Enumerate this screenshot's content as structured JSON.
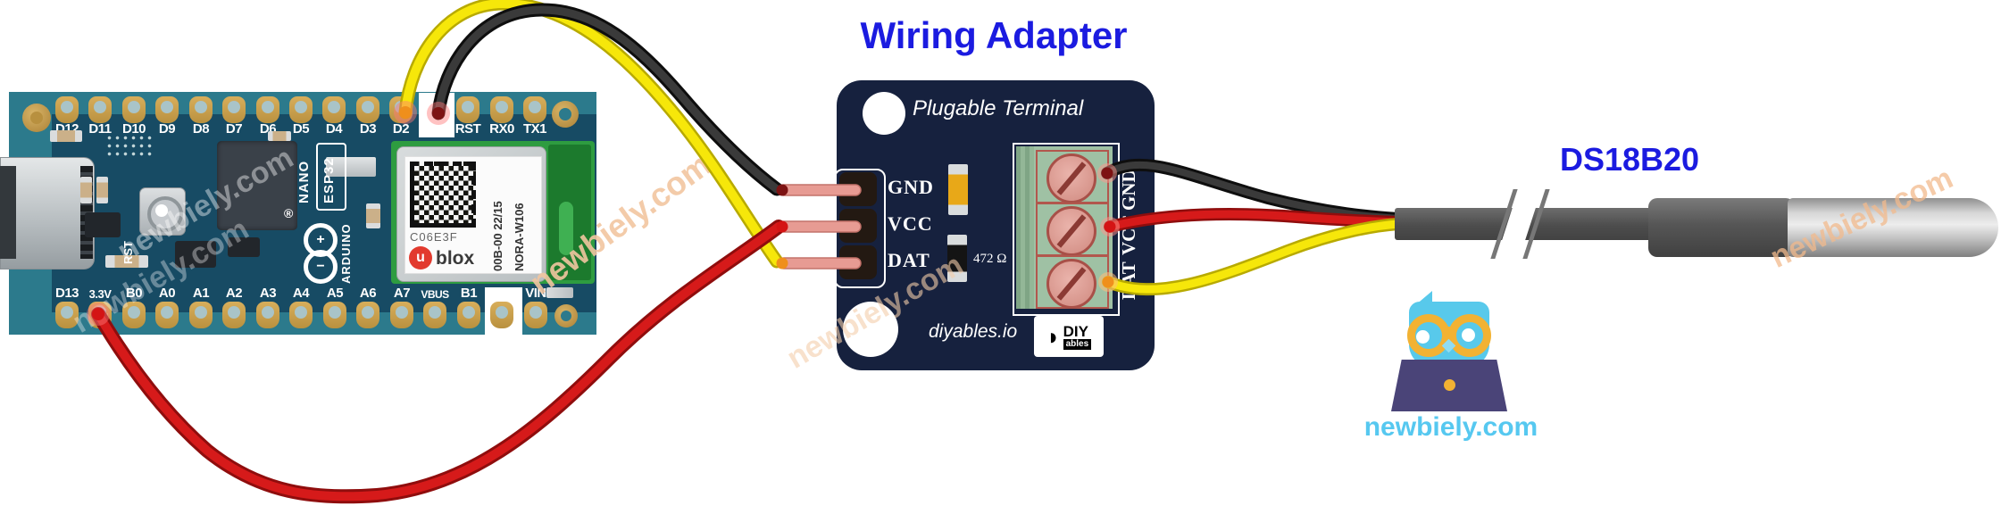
{
  "titles": {
    "adapter": "Wiring Adapter",
    "sensor": "DS18B20"
  },
  "arduino": {
    "top_pins": [
      "D12",
      "D11",
      "D10",
      "D9",
      "D8",
      "D7",
      "D6",
      "D5",
      "D4",
      "D3",
      "D2",
      "",
      "RST",
      "RX0",
      "TX1"
    ],
    "bottom_pins": [
      "D13",
      "3.3V",
      "B0",
      "A0",
      "A1",
      "A2",
      "A3",
      "A4",
      "A5",
      "A6",
      "A7",
      "VBUS",
      "B1",
      "",
      "VIN"
    ],
    "silkscreen": {
      "nano": "NANO",
      "esp32": "ESP32",
      "arduino_vertical": "ARDUINO",
      "rst_button": "RST",
      "registered": "®",
      "plus": "+",
      "minus": "−"
    },
    "module": {
      "datamatrix_code": "C06E3F",
      "batch": "00B-00 22/15",
      "model": "NORA-W106",
      "brand_initial": "u",
      "brand": "blox"
    }
  },
  "adapter": {
    "board_title": "Plugable Terminal",
    "header_pins": [
      "GND",
      "VCC",
      "DAT"
    ],
    "terminal_pins": [
      "GND",
      "VCC",
      "DAT"
    ],
    "resistor_value": "472 Ω",
    "brand_site": "diyables.io",
    "logo_text": "DIY",
    "logo_sub": "ables"
  },
  "branding": {
    "site": "newbiely.com",
    "watermark": "newbiely.com"
  },
  "wires": [
    {
      "name": "data",
      "color": "#f5e400",
      "from": "Arduino D2",
      "to": "adapter DAT"
    },
    {
      "name": "ground",
      "color": "#2e2e2e",
      "from": "Arduino GND",
      "to": "adapter GND"
    },
    {
      "name": "power",
      "color": "#d31616",
      "from": "Arduino 3.3V",
      "to": "adapter VCC"
    }
  ],
  "colors": {
    "title_blue": "#1b1be0",
    "adapter_board": "#16213e",
    "arduino_board": "#174b64",
    "arduino_edge": "#2c7a8c",
    "wire_yellow": "#f5e400",
    "wire_black": "#2e2e2e",
    "wire_red": "#d31616",
    "logo_blue": "#56c8f0",
    "owl_blue": "#58c9eb",
    "glasses_yellow": "#f2b233",
    "laptop_purple": "#4a4478"
  }
}
